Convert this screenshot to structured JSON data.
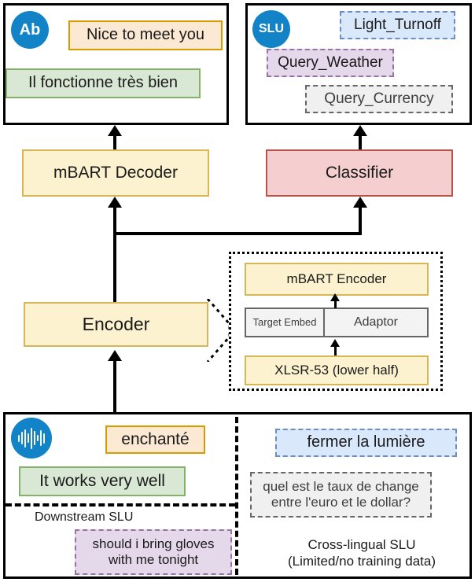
{
  "diagram": {
    "title": "Cross-lingual SLU / speech translation architecture",
    "colors": {
      "badge_blue": "#1183c6",
      "orange_fill": "#fce9d4",
      "orange_border": "#d79b00",
      "green_fill": "#d8e8d4",
      "green_border": "#82b366",
      "blue_fill": "#dae8fc",
      "blue_border": "#6c8ebf",
      "purple_fill": "#e4d8ea",
      "purple_border": "#9673a6",
      "gray_fill": "#f0f0f0",
      "gray_border": "#666666",
      "yellow_fill": "#fdf2cf",
      "yellow_border": "#d6b656",
      "pink_fill": "#f5cfcf",
      "pink_border": "#b85450"
    }
  },
  "top_left_panel": {
    "badge_label": "Ab",
    "badge_icon": "text-abc-icon",
    "items": [
      {
        "text": "Nice to meet you",
        "style": "orange"
      },
      {
        "text": "Il fonctionne très bien",
        "style": "green"
      }
    ]
  },
  "top_right_panel": {
    "badge_label": "SLU",
    "badge_icon": "slu-label-icon",
    "items": [
      {
        "text": "Light_Turnoff",
        "style": "blue-dashed"
      },
      {
        "text": "Query_Weather",
        "style": "purple-dashed"
      },
      {
        "text": "Query_Currency",
        "style": "gray-dashed"
      }
    ]
  },
  "modules": {
    "decoder": "mBART Decoder",
    "classifier": "Classifier",
    "encoder": "Encoder"
  },
  "encoder_detail": {
    "mbart_encoder": "mBART Encoder",
    "target_embed": "Target Embed",
    "adaptor": "Adaptor",
    "xlsr": "XLSR-53 (lower half)"
  },
  "bottom_left_panel": {
    "badge_icon": "audio-waveform-icon",
    "items": [
      {
        "text": "enchanté",
        "style": "orange"
      },
      {
        "text": "It works very well",
        "style": "green"
      },
      {
        "text": "should i bring gloves\nwith me tonight",
        "style": "purple-dashed"
      }
    ],
    "section_label": "Downstream SLU"
  },
  "bottom_right_panel": {
    "items": [
      {
        "text": "fermer la lumière",
        "style": "blue-dashed"
      },
      {
        "text": "quel est le taux de change\nentre l'euro et le dollar?",
        "style": "gray-dashed"
      }
    ],
    "caption": "Cross-lingual SLU\n(Limited/no training data)"
  }
}
